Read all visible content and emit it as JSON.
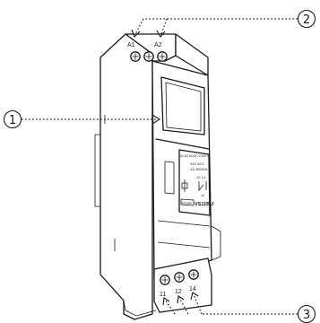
{
  "callouts": [
    {
      "number": "1"
    },
    {
      "number": "2"
    },
    {
      "number": "3"
    }
  ],
  "terminals": {
    "top": [
      "A1",
      "A2"
    ],
    "bottom": [
      "11",
      "12",
      "14"
    ]
  },
  "front_label": {
    "line1": "A1-A2  AC/DC  9-240 V",
    "line2": "24V  AC1",
    "line3": "1A  4000VA",
    "contacts": "12  14",
    "contact_bottom": "11",
    "brand": "Finder",
    "model": "VS11BU"
  }
}
